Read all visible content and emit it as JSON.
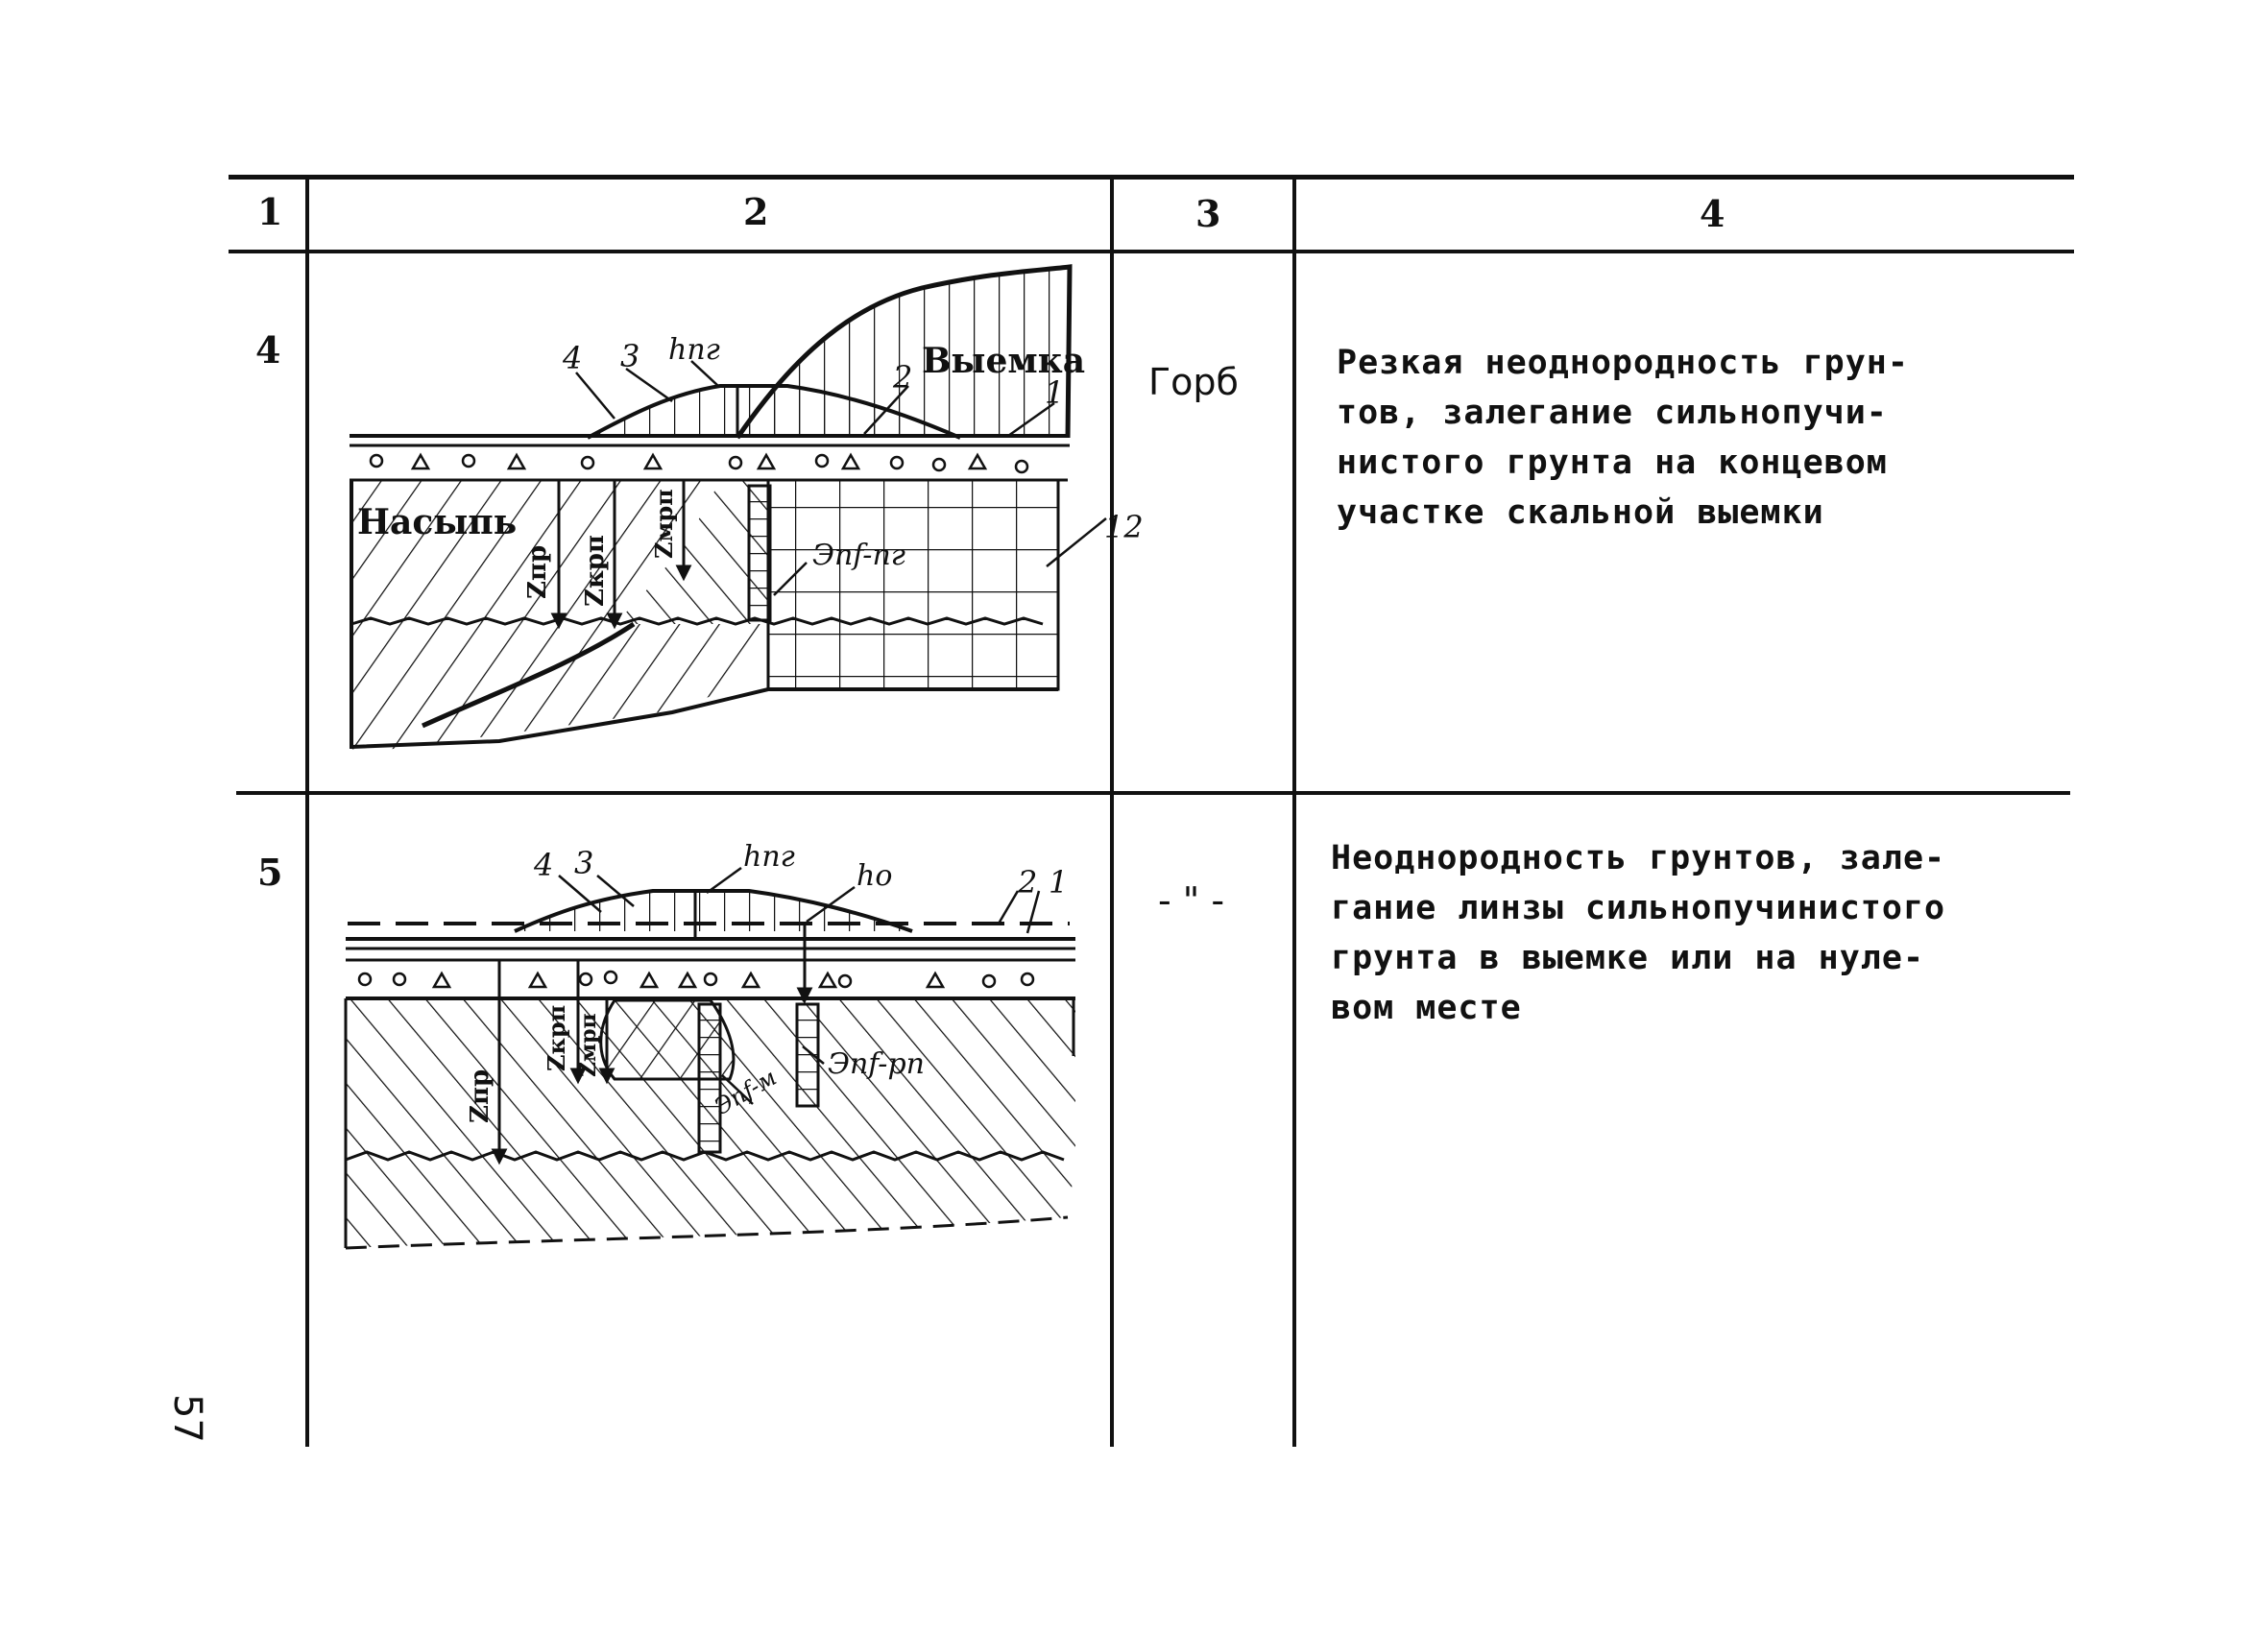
{
  "table": {
    "headers": [
      "1",
      "2",
      "3",
      "4"
    ],
    "rows": [
      {
        "number": "4",
        "type": "Горб",
        "description_lines": [
          "Резкая неоднородность грун-",
          "тов, залегание сильнопучи-",
          "нистого грунта на концевом",
          "участке скальной выемки"
        ],
        "diagram": {
          "labels": {
            "cut": "Выемка",
            "fill": "Насыпь",
            "h_pg": "hпг",
            "z_pr": "Zпр",
            "z_krp": "Zкрп",
            "z_mrp": "Zмрп",
            "e_pg": "Эпf-пг",
            "n1": "1",
            "n2": "2",
            "n3": "3",
            "n4": "4",
            "n12": "12"
          }
        }
      },
      {
        "number": "5",
        "type": "- \" -",
        "description_lines": [
          "Неоднородность грунтов, зале-",
          "гание линзы сильнопучинистого",
          "грунта в выемке или на нуле-",
          "вом месте"
        ],
        "diagram": {
          "labels": {
            "h_pg": "hпг",
            "h_o": "hо",
            "z_pr": "Zпр",
            "z_krp": "Zкрп",
            "z_mrp": "Zмрп",
            "e_pg": "Эпf-рп",
            "e_m": "Эпf-м",
            "n1": "1",
            "n2": "2",
            "n3": "3",
            "n4": "4"
          }
        }
      }
    ]
  },
  "page_number": "57"
}
